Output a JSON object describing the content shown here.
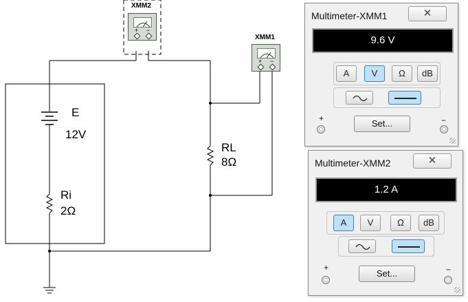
{
  "schematic": {
    "battery_name": "E",
    "battery_value": "12V",
    "ri_name": "Ri",
    "ri_value": "2Ω",
    "rl_name": "RL",
    "rl_value": "8Ω",
    "xmm1_tag": "XMM1",
    "xmm2_tag": "XMM2",
    "plus": "+",
    "minus": "−"
  },
  "multimeter1": {
    "title": "Multimeter-XMM1",
    "reading": "9.6 V",
    "modes": [
      "A",
      "V",
      "Ω",
      "dB"
    ],
    "selected_mode": "V",
    "selected_wave": "dc",
    "set_label": "Set...",
    "plus": "+",
    "minus": "−"
  },
  "multimeter2": {
    "title": "Multimeter-XMM2",
    "reading": "1.2 A",
    "modes": [
      "A",
      "V",
      "Ω",
      "dB"
    ],
    "selected_mode": "A",
    "selected_wave": "dc",
    "set_label": "Set...",
    "plus": "+",
    "minus": "−"
  },
  "icons": {
    "close": "close-icon",
    "ac_wave": "sine-wave-icon",
    "dc_line": "dc-line-icon"
  }
}
